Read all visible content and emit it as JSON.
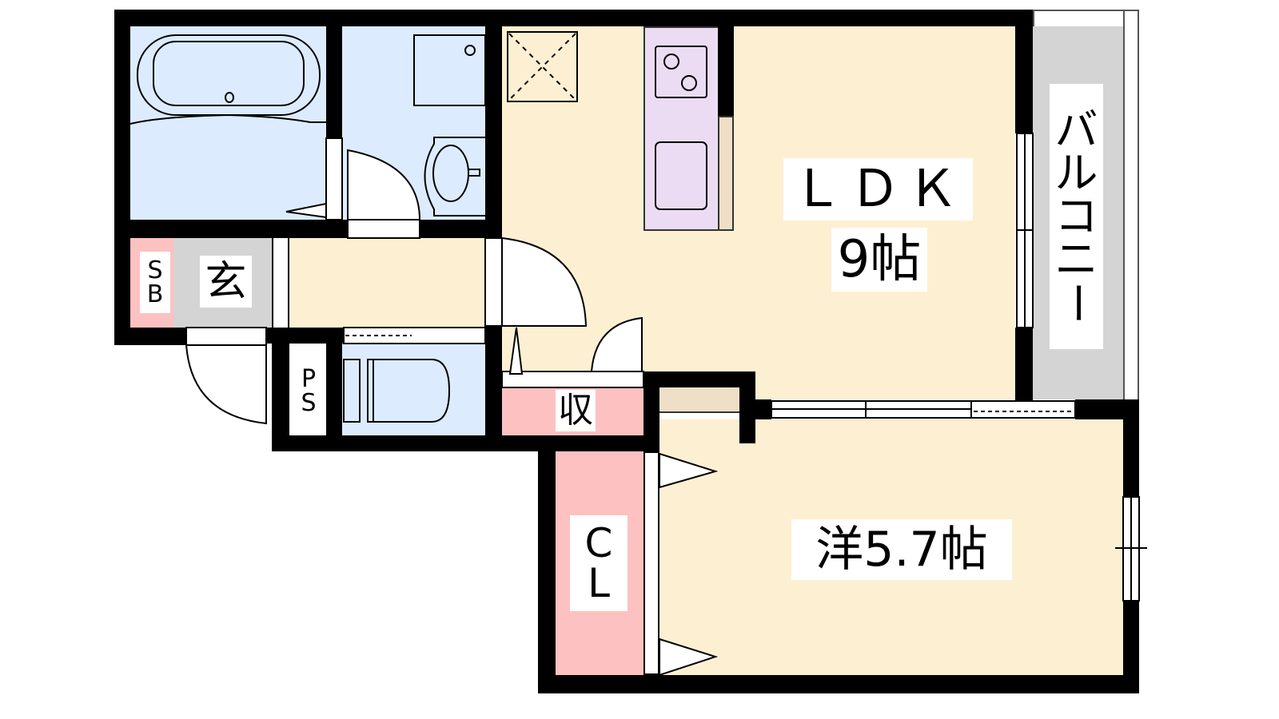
{
  "rooms": {
    "ldk": {
      "name": "ＬＤＫ",
      "size": "9帖"
    },
    "western": {
      "label": "洋5.7帖"
    },
    "balcony": {
      "chars": [
        "バ",
        "ル",
        "コ",
        "ニ",
        "ー"
      ]
    },
    "entrance": {
      "label": "玄"
    },
    "shoe_box": {
      "chars": [
        "S",
        "B"
      ]
    },
    "pipe_space": {
      "chars": [
        "P",
        "S"
      ]
    },
    "storage": {
      "label": "収"
    },
    "closet": {
      "chars": [
        "C",
        "L"
      ]
    }
  },
  "colors": {
    "wet_area": "#dcebfd",
    "living": "#fdf0d2",
    "storage": "#fdc1c1",
    "kitchen": "#ecdcf3",
    "balcony": "#d4d4d4"
  }
}
